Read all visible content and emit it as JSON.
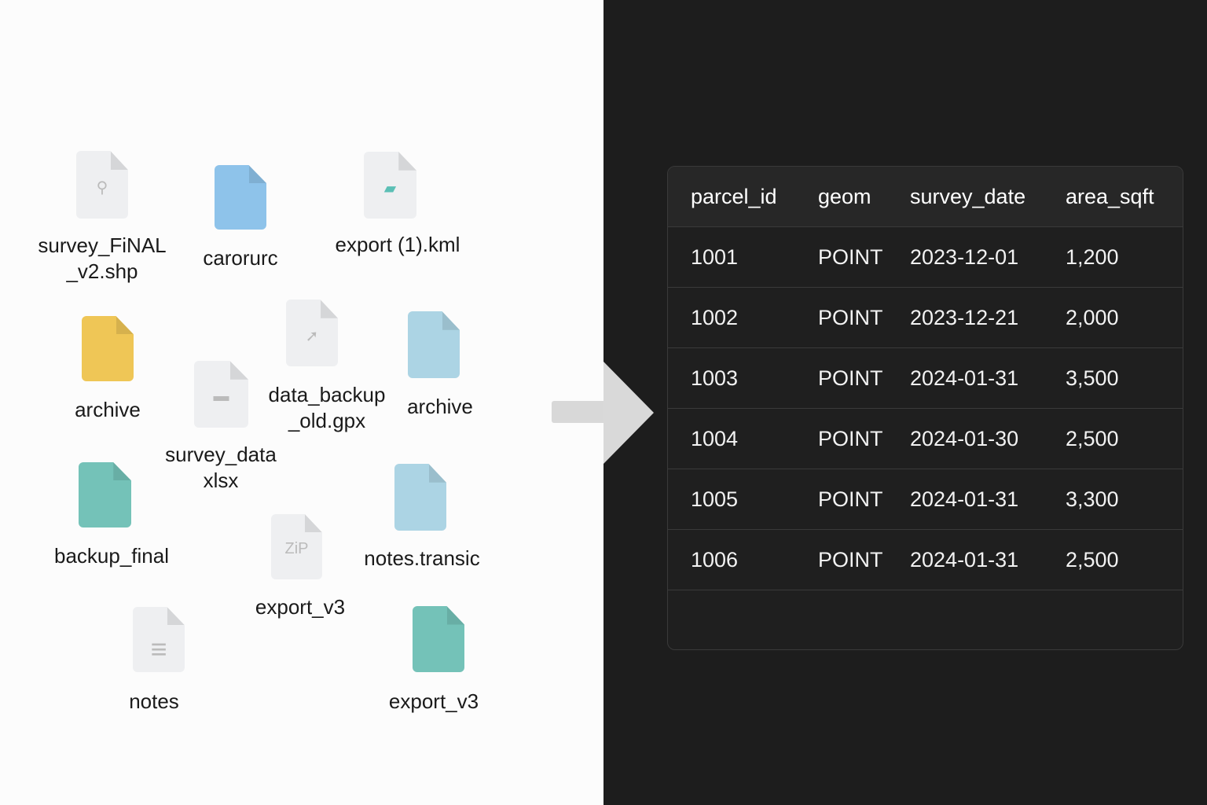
{
  "files": [
    {
      "name": "survey_FiNAL\n_v2.shp",
      "color": "#eeeff1",
      "icon": "pin-icon"
    },
    {
      "name": "carorurc",
      "color": "#8ec3ea",
      "icon": "blank-file-icon"
    },
    {
      "name": "export (1).kml",
      "color": "#eeeff1",
      "icon": "kml-icon"
    },
    {
      "name": "archive",
      "color": "#efc656",
      "icon": "blank-file-icon"
    },
    {
      "name": "survey_data\nxlsx",
      "color": "#eeeff1",
      "icon": "spreadsheet-icon"
    },
    {
      "name": "data_backup\n_old.gpx",
      "color": "#eeeff1",
      "icon": "arrow-icon"
    },
    {
      "name": "archive",
      "color": "#acd4e4",
      "icon": "blank-file-icon"
    },
    {
      "name": "backup_final",
      "color": "#74c2b8",
      "icon": "blank-file-icon"
    },
    {
      "name": "export_v3",
      "color": "#eeeff1",
      "icon": "zip-icon",
      "glyph": "ZiP"
    },
    {
      "name": "notes.transic",
      "color": "#acd4e4",
      "icon": "blank-file-icon"
    },
    {
      "name": "notes",
      "color": "#eeeff1",
      "icon": "text-lines-icon"
    },
    {
      "name": "export_v3",
      "color": "#74c2b8",
      "icon": "blank-file-icon"
    }
  ],
  "table": {
    "columns": [
      "parcel_id",
      "geom",
      "survey_date",
      "area_sqft"
    ],
    "rows": [
      [
        "1001",
        "POINT",
        "2023-12-01",
        "1,200"
      ],
      [
        "1002",
        "POINT",
        "2023-12-21",
        "2,000"
      ],
      [
        "1003",
        "POINT",
        "2024-01-31",
        "3,500"
      ],
      [
        "1004",
        "POINT",
        "2024-01-30",
        "2,500"
      ],
      [
        "1005",
        "POINT",
        "2024-01-31",
        "3,300"
      ],
      [
        "1006",
        "POINT",
        "2024-01-31",
        "2,500"
      ]
    ]
  }
}
